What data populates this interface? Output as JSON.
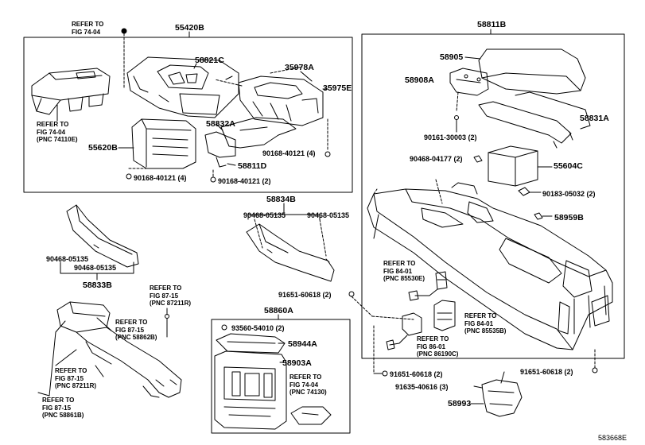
{
  "diagram": {
    "drawing_number": "583668E",
    "boxes": [
      {
        "part": "55420B"
      },
      {
        "part": "58811B"
      }
    ],
    "part_numbers": [
      "55420B",
      "58811B",
      "58821C",
      "35978A",
      "35975E",
      "58905",
      "58908A",
      "58831A",
      "55620B",
      "58832A",
      "58811D",
      "55604C",
      "58959B",
      "58834B",
      "58833B",
      "58860A",
      "58944A",
      "58903A",
      "58993"
    ],
    "fasteners": [
      "90161-30003 (2)",
      "90468-04177 (2)",
      "90183-05032 (2)",
      "90168-40121 (4)",
      "90168-40121 (4)",
      "90168-40121 (2)",
      "90468-05135",
      "90468-05135",
      "90468-05135",
      "90468-05135",
      "91651-60618 (2)",
      "93560-54010 (2)",
      "91651-60618 (2)",
      "91651-60618 (2)",
      "91635-40616 (3)"
    ],
    "references": [
      {
        "line1": "REFER TO",
        "line2": "FIG 74-04",
        "line3": ""
      },
      {
        "line1": "REFER TO",
        "line2": "FIG 74-04",
        "line3": "(PNC 74110E)"
      },
      {
        "line1": "REFER TO",
        "line2": "FIG 84-01",
        "line3": "(PNC 85530E)"
      },
      {
        "line1": "REFER TO",
        "line2": "FIG 84-01",
        "line3": "(PNC 85535B)"
      },
      {
        "line1": "REFER TO",
        "line2": "FIG 86-01",
        "line3": "(PNC 86190C)"
      },
      {
        "line1": "REFER TO",
        "line2": "FIG 87-15",
        "line3": "(PNC 87211R)"
      },
      {
        "line1": "REFER TO",
        "line2": "FIG 87-15",
        "line3": "(PNC 58862B)"
      },
      {
        "line1": "REFER TO",
        "line2": "FIG 87-15",
        "line3": "(PNC 87211R)"
      },
      {
        "line1": "REFER TO",
        "line2": "FIG 87-15",
        "line3": "(PNC 58861B)"
      },
      {
        "line1": "REFER TO",
        "line2": "FIG 74-04",
        "line3": "(PNC 74130)"
      }
    ]
  }
}
